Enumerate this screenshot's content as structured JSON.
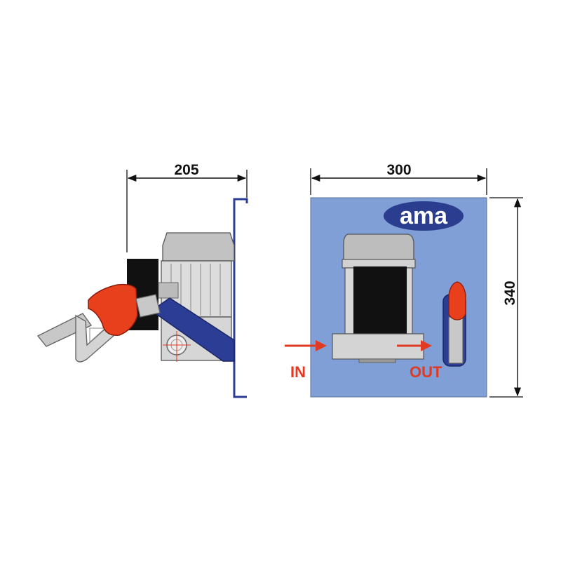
{
  "dimensions": {
    "side_width": "205",
    "front_width": "300",
    "front_height": "340"
  },
  "logo": {
    "text": "ama"
  },
  "flow_labels": {
    "inlet": "IN",
    "outlet": "OUT"
  },
  "colors": {
    "panel_blue": "#7f9fd6",
    "hose_blue": "#2c3d96",
    "nozzle_red": "#e8401c",
    "arrow_red": "#e03a22",
    "logo_navy": "#2a3d8f",
    "motor_grey": "#c2c2c2",
    "dark_block": "#111111",
    "line": "#111111"
  },
  "icons": [
    "fuel-nozzle-icon",
    "pump-motor-icon",
    "flow-arrow-icon"
  ]
}
